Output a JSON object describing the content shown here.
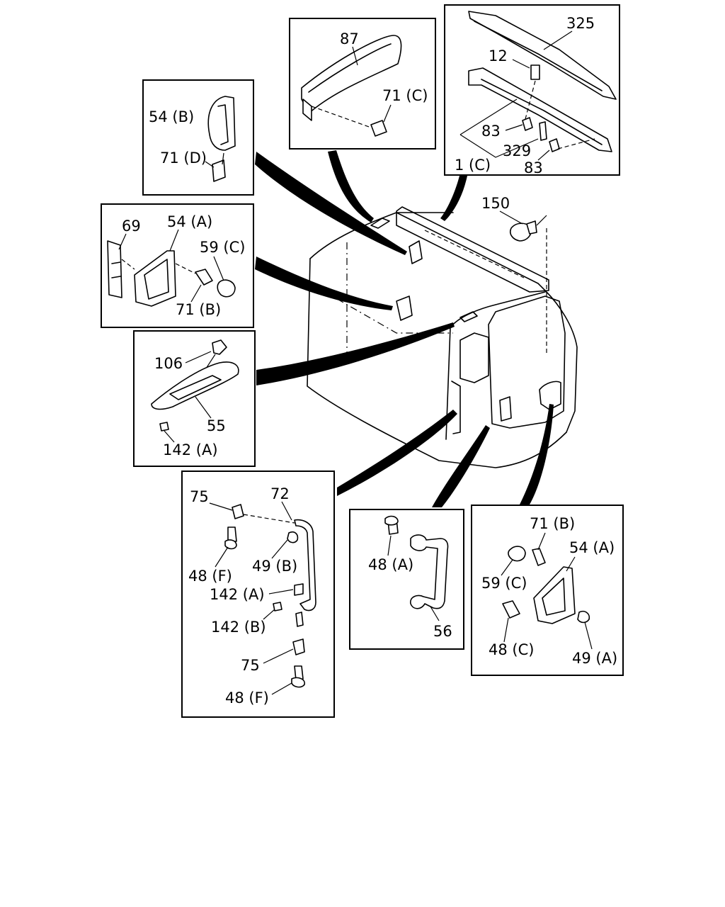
{
  "labels": {
    "l325": "325",
    "l12": "12",
    "l83a": "83",
    "l329": "329",
    "l83b": "83",
    "l1c": "1 (C)",
    "l87": "87",
    "l71c": "71 (C)",
    "l54b": "54 (B)",
    "l71d": "71 (D)",
    "l150": "150",
    "l69": "69",
    "l54a": "54 (A)",
    "l59c": "59 (C)",
    "l71b": "71 (B)",
    "l106": "106",
    "l55": "55",
    "l142a": "142 (A)",
    "l75a": "75",
    "l72": "72",
    "l48fa": "48 (F)",
    "l49b": "49 (B)",
    "l142a2": "142 (A)",
    "l142b": "142 (B)",
    "l75b": "75",
    "l48fb": "48 (F)",
    "l48a": "48 (A)",
    "l56": "56",
    "l71b2": "71 (B)",
    "l54a2": "54 (A)",
    "l59c2": "59 (C)",
    "l48c": "48 (C)",
    "l49a": "49 (A)"
  }
}
